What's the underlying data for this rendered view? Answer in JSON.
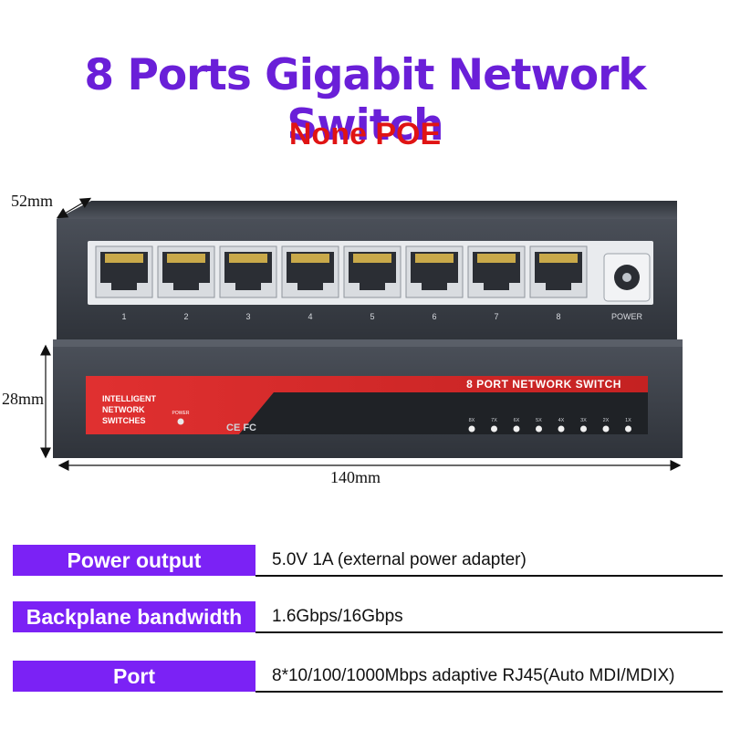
{
  "header": {
    "title": "8 Ports Gigabit Network Switch",
    "subtitle": "None POE"
  },
  "dimensions": {
    "depth": "52mm",
    "height": "28mm",
    "width": "140mm"
  },
  "device": {
    "ports": [
      "1",
      "2",
      "3",
      "4",
      "5",
      "6",
      "7",
      "8"
    ],
    "power_label": "POWER",
    "panel_title": "8 PORT NETWORK SWITCH",
    "brand_lines": [
      "INTELLIGENT",
      "NETWORK",
      "SWITCHES"
    ],
    "power_led_label": "POWER",
    "certifications": "CE FC",
    "led_labels": [
      "8X",
      "7X",
      "6X",
      "5X",
      "4X",
      "3X",
      "2X",
      "1X"
    ]
  },
  "specs": [
    {
      "label": "Power output",
      "value": "5.0V 1A (external power adapter)"
    },
    {
      "label": "Backplane bandwidth",
      "value": "1.6Gbps/16Gbps"
    },
    {
      "label": "Port",
      "value": "8*10/100/1000Mbps adaptive RJ45(Auto MDI/MDIX)"
    }
  ],
  "colors": {
    "title": "#6a1fd8",
    "subtitle": "#e01414",
    "spec_label_bg": "#7b22f5",
    "panel_red": "#d42a2a",
    "device_body": "#3a3e46"
  }
}
